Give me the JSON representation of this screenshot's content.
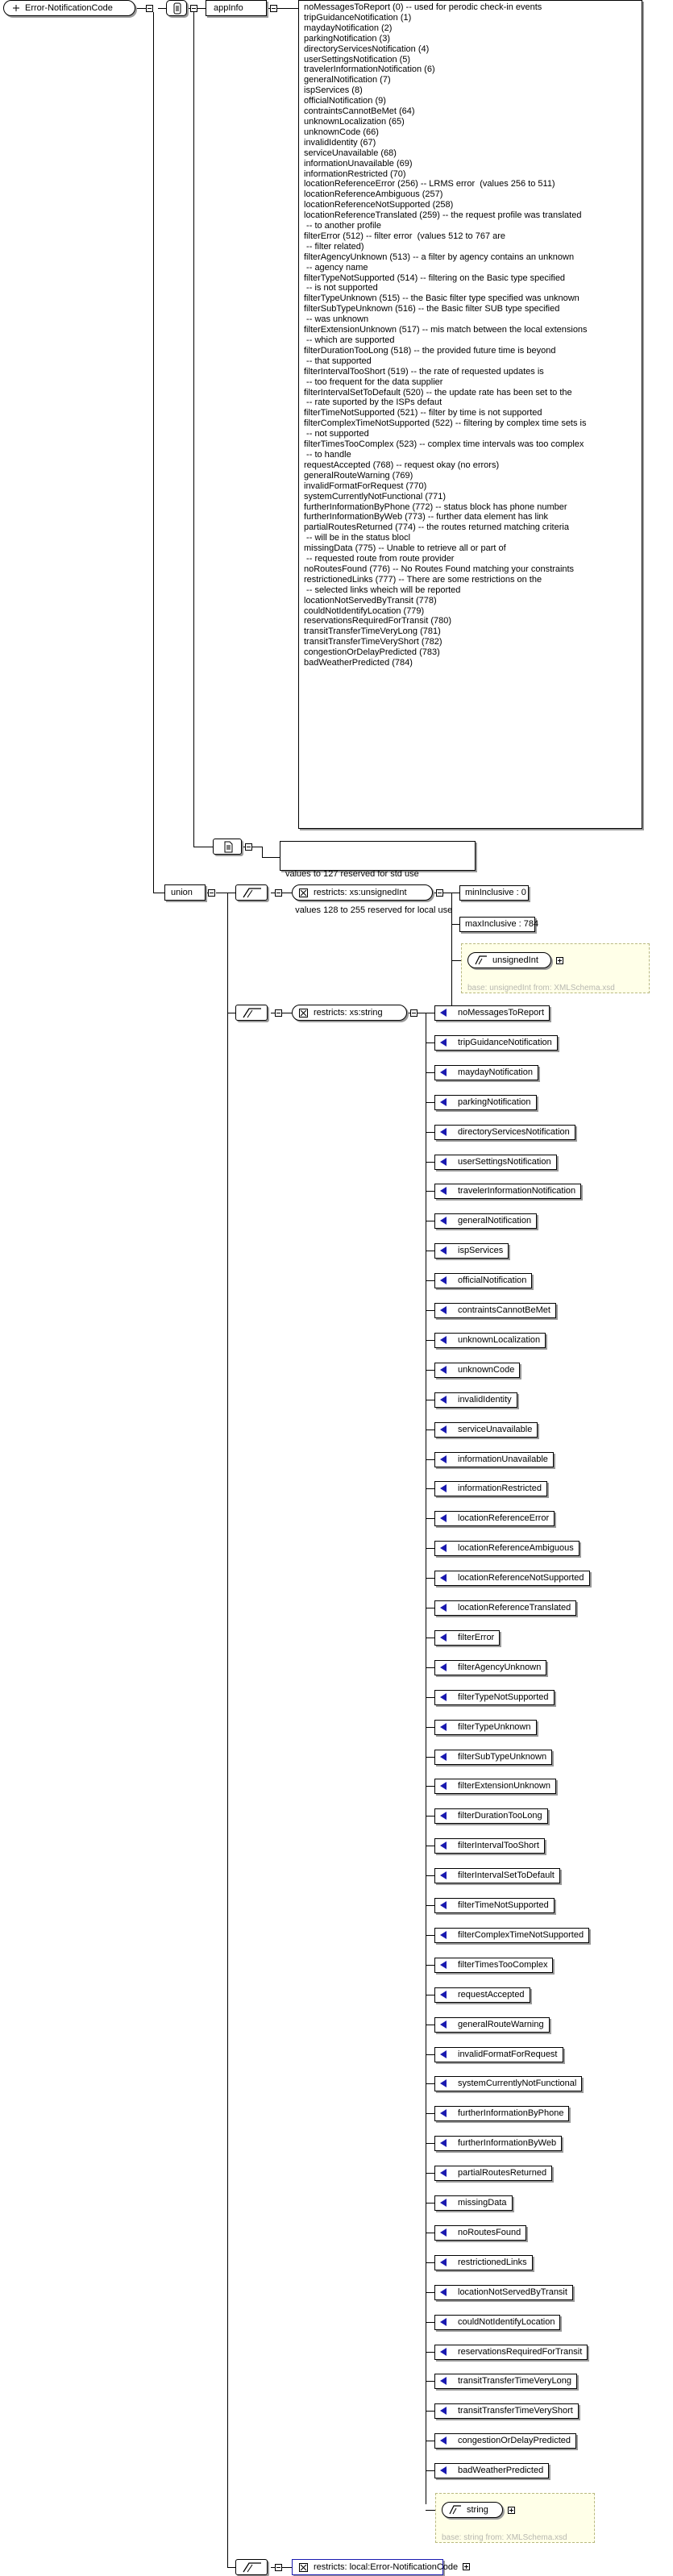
{
  "root": {
    "name": "Error-NotificationCode"
  },
  "annotation": {
    "label": "appInfo"
  },
  "documentation": [
    "noMessagesToReport (0) -- used for perodic check-in events",
    "tripGuidanceNotification (1)",
    "maydayNotification (2)",
    "parkingNotification (3)",
    "directoryServicesNotification (4)",
    "userSettingsNotification (5)",
    "travelerInformationNotification (6)",
    "generalNotification (7)",
    "ispServices (8)",
    "officialNotification (9)",
    "contraintsCannotBeMet (64)",
    "unknownLocalization (65)",
    "unknownCode (66)",
    "invalidIdentity (67)",
    "serviceUnavailable (68)",
    "informationUnavailable (69)",
    "informationRestricted (70)",
    "locationReferenceError (256) -- LRMS error  (values 256 to 511)",
    "locationReferenceAmbiguous (257)",
    "locationReferenceNotSupported (258)",
    "locationReferenceTranslated (259) -- the request profile was translated",
    " -- to another profile",
    "filterError (512) -- filter error  (values 512 to 767 are",
    " -- filter related)",
    "filterAgencyUnknown (513) -- a filter by agency contains an unknown",
    " -- agency name",
    "filterTypeNotSupported (514) -- filtering on the Basic type specified",
    " -- is not supported",
    "filterTypeUnknown (515) -- the Basic filter type specified was unknown",
    "filterSubTypeUnknown (516) -- the Basic filter SUB type specified",
    " -- was unknown",
    "filterExtensionUnknown (517) -- mis match between the local extensions",
    " -- which are supported",
    "filterDurationTooLong (518) -- the provided future time is beyond",
    " -- that supported",
    "filterIntervalTooShort (519) -- the rate of requested updates is",
    " -- too frequent for the data supplier",
    "filterIntervalSetToDefault (520) -- the update rate has been set to the",
    " -- rate suported by the ISPs defaut",
    "filterTimeNotSupported (521) -- filter by time is not supported",
    "filterComplexTimeNotSupported (522) -- filtering by complex time sets is",
    " -- not supported",
    "filterTimesTooComplex (523) -- complex time intervals was too complex",
    " -- to handle",
    "requestAccepted (768) -- request okay (no errors)",
    "generalRouteWarning (769)",
    "invalidFormatForRequest (770)",
    "systemCurrentlyNotFunctional (771)",
    "furtherInformationByPhone (772) -- status block has phone number",
    "furtherInformationByWeb (773) -- further data element has link",
    "partialRoutesReturned (774) -- the routes returned matching criteria",
    " -- will be in the status blocl",
    "missingData (775) -- Unable to retrieve all or part of",
    " -- requested route from route provider",
    "noRoutesFound (776) -- No Routes Found matching your constraints",
    "restrictionedLinks (777) -- There are some restrictions on the",
    " -- selected links wheich will be reported",
    "locationNotServedByTransit (778)",
    "couldNotIdentifyLocation (779)",
    "reservationsRequiredForTransit (780)",
    "transitTransferTimeVeryLong (781)",
    "transitTransferTimeVeryShort (782)",
    "congestionOrDelayPredicted (783)",
    "badWeatherPredicted (784)"
  ],
  "note": [
    "values to 127 reserved for std use",
    "    values 128 to 255 reserved for local use"
  ],
  "union": {
    "label": "union",
    "member1": {
      "restriction": "restricts: xs:unsignedInt",
      "facets": [
        "minInclusive : 0",
        "maxInclusive : 784"
      ],
      "base_type": "unsignedInt",
      "base_note": "base: unsignedInt from: XMLSchema.xsd"
    },
    "member2": {
      "restriction": "restricts: xs:string",
      "enumerations": [
        "noMessagesToReport",
        "tripGuidanceNotification",
        "maydayNotification",
        "parkingNotification",
        "directoryServicesNotification",
        "userSettingsNotification",
        "travelerInformationNotification",
        "generalNotification",
        "ispServices",
        "officialNotification",
        "contraintsCannotBeMet",
        "unknownLocalization",
        "unknownCode",
        "invalidIdentity",
        "serviceUnavailable",
        "informationUnavailable",
        "informationRestricted",
        "locationReferenceError",
        "locationReferenceAmbiguous",
        "locationReferenceNotSupported",
        "locationReferenceTranslated",
        "filterError",
        "filterAgencyUnknown",
        "filterTypeNotSupported",
        "filterTypeUnknown",
        "filterSubTypeUnknown",
        "filterExtensionUnknown",
        "filterDurationTooLong",
        "filterIntervalTooShort",
        "filterIntervalSetToDefault",
        "filterTimeNotSupported",
        "filterComplexTimeNotSupported",
        "filterTimesTooComplex",
        "requestAccepted",
        "generalRouteWarning",
        "invalidFormatForRequest",
        "systemCurrentlyNotFunctional",
        "furtherInformationByPhone",
        "furtherInformationByWeb",
        "partialRoutesReturned",
        "missingData",
        "noRoutesFound",
        "restrictionedLinks",
        "locationNotServedByTransit",
        "couldNotIdentifyLocation",
        "reservationsRequiredForTransit",
        "transitTransferTimeVeryLong",
        "transitTransferTimeVeryShort",
        "congestionOrDelayPredicted",
        "badWeatherPredicted"
      ],
      "base_type": "string",
      "base_note": "base: string from: XMLSchema.xsd"
    },
    "member3": {
      "restriction": "restricts: local:Error-NotificationCode"
    }
  }
}
